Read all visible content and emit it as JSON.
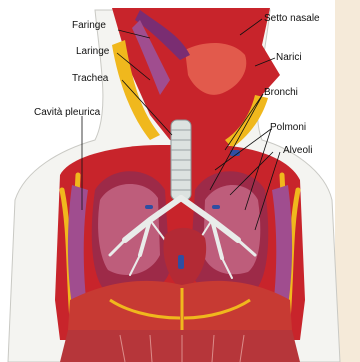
{
  "labels": {
    "faringe": "Faringe",
    "laringe": "Laringe",
    "trachea": "Trachea",
    "cavita_pleurica": "Cavità pleurica",
    "setto_nasale": "Setto nasale",
    "narici": "Narici",
    "bronchi": "Bronchi",
    "polmoni": "Polmoni",
    "alveoli": "Alveoli"
  },
  "colors": {
    "skin": "#f4f4f1",
    "muscle": "#c8242b",
    "lung": "#9d2a48",
    "lung_light": "#d886a6",
    "fat": "#f0b81d",
    "trachea": "#dce2e0",
    "bone": "#f2d89b",
    "pleura_purple": "#a04d8f",
    "background_strip": "#f5ead9"
  }
}
